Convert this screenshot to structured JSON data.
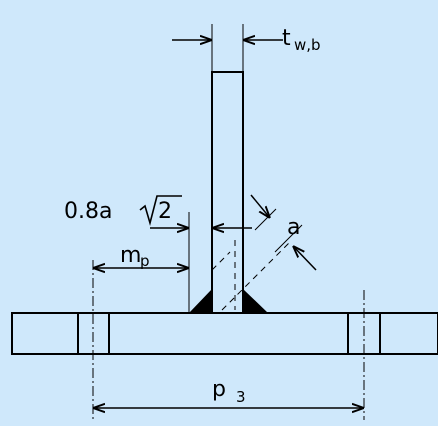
{
  "colors": {
    "background": "#cfe8fb",
    "ink": "#000000"
  },
  "labels": {
    "tw_main": "t",
    "tw_sub": "w,b",
    "factor": "0.8a",
    "radical": "2",
    "a": "a",
    "m_main": "m",
    "m_sub": "p",
    "p_main": "p",
    "p_sub": "3"
  }
}
